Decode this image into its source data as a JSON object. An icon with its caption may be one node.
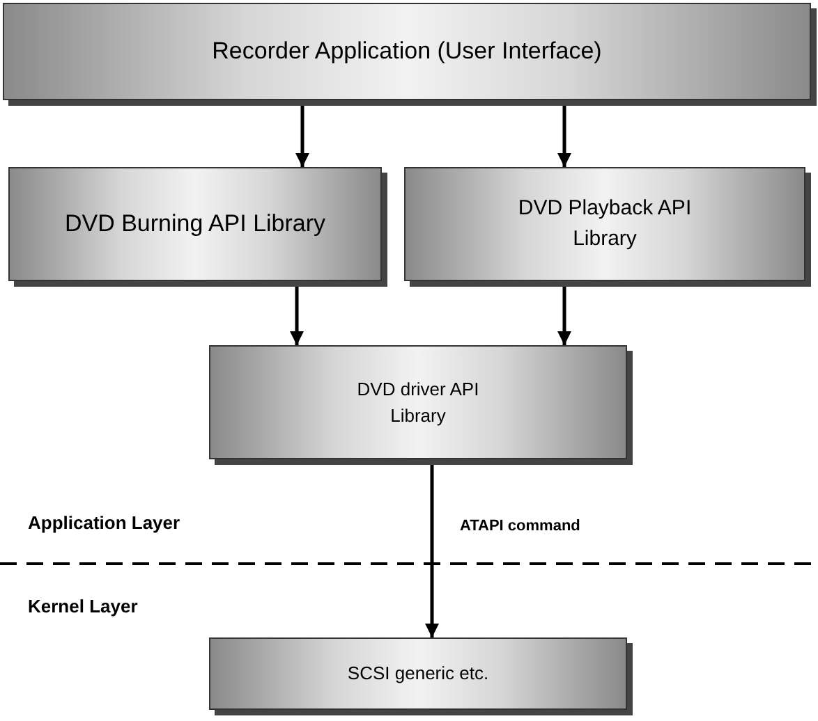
{
  "diagram": {
    "nodes": [
      {
        "text": [
          "Recorder Application (User Interface)"
        ]
      },
      {
        "text": [
          "DVD Burning API Library"
        ]
      },
      {
        "text": [
          "DVD Playback API Library"
        ]
      },
      {
        "text": [
          "DVD driver API Library"
        ]
      },
      {
        "text": [
          "SCSI generic etc."
        ]
      }
    ],
    "edges": [
      {
        "from": 0,
        "to": 1,
        "arrow": "to"
      },
      {
        "from": 0,
        "to": 2,
        "arrow": "to"
      },
      {
        "from": 1,
        "to": 3,
        "arrow": "to"
      },
      {
        "from": 2,
        "to": 3,
        "arrow": "to"
      },
      {
        "from": 3,
        "to": 4,
        "arrow": "to",
        "label": "ATAPI command"
      }
    ],
    "labels": [
      "Application Layer",
      "Kernel Layer"
    ]
  }
}
